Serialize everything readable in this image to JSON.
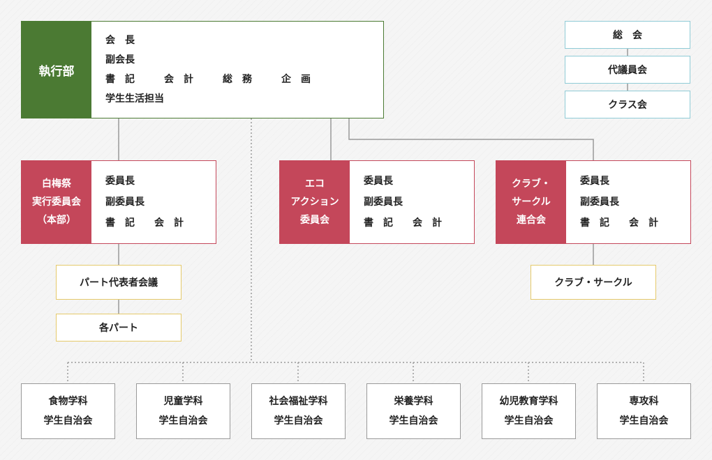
{
  "executive": {
    "title": "執行部",
    "rows": [
      "会　長",
      "副会長",
      "書　記　　　会　計　　　総　務　　　企　画",
      "学生生活担当"
    ]
  },
  "side_stack": {
    "items": [
      "総　会",
      "代議員会",
      "クラス会"
    ]
  },
  "committees": [
    {
      "title_lines": [
        "白梅祭",
        "実行委員会",
        "（本部）"
      ],
      "rows": [
        "委員長",
        "副委員長",
        "書　記　　会　計"
      ]
    },
    {
      "title_lines": [
        "エコ",
        "アクション",
        "委員会"
      ],
      "rows": [
        "委員長",
        "副委員長",
        "書　記　　会　計"
      ]
    },
    {
      "title_lines": [
        "クラブ・",
        "サークル",
        "連合会"
      ],
      "rows": [
        "委員長",
        "副委員長",
        "書　記　　会　計"
      ]
    }
  ],
  "sub_boxes": {
    "part_council": "パート代表者会議",
    "each_part": "各パート",
    "clubs": "クラブ・サークル"
  },
  "departments": [
    {
      "name": "食物学科",
      "council": "学生自治会"
    },
    {
      "name": "児童学科",
      "council": "学生自治会"
    },
    {
      "name": "社会福祉学科",
      "council": "学生自治会"
    },
    {
      "name": "栄養学科",
      "council": "学生自治会"
    },
    {
      "name": "幼児教育学科",
      "council": "学生自治会"
    },
    {
      "name": "専攻科",
      "council": "学生自治会"
    }
  ]
}
